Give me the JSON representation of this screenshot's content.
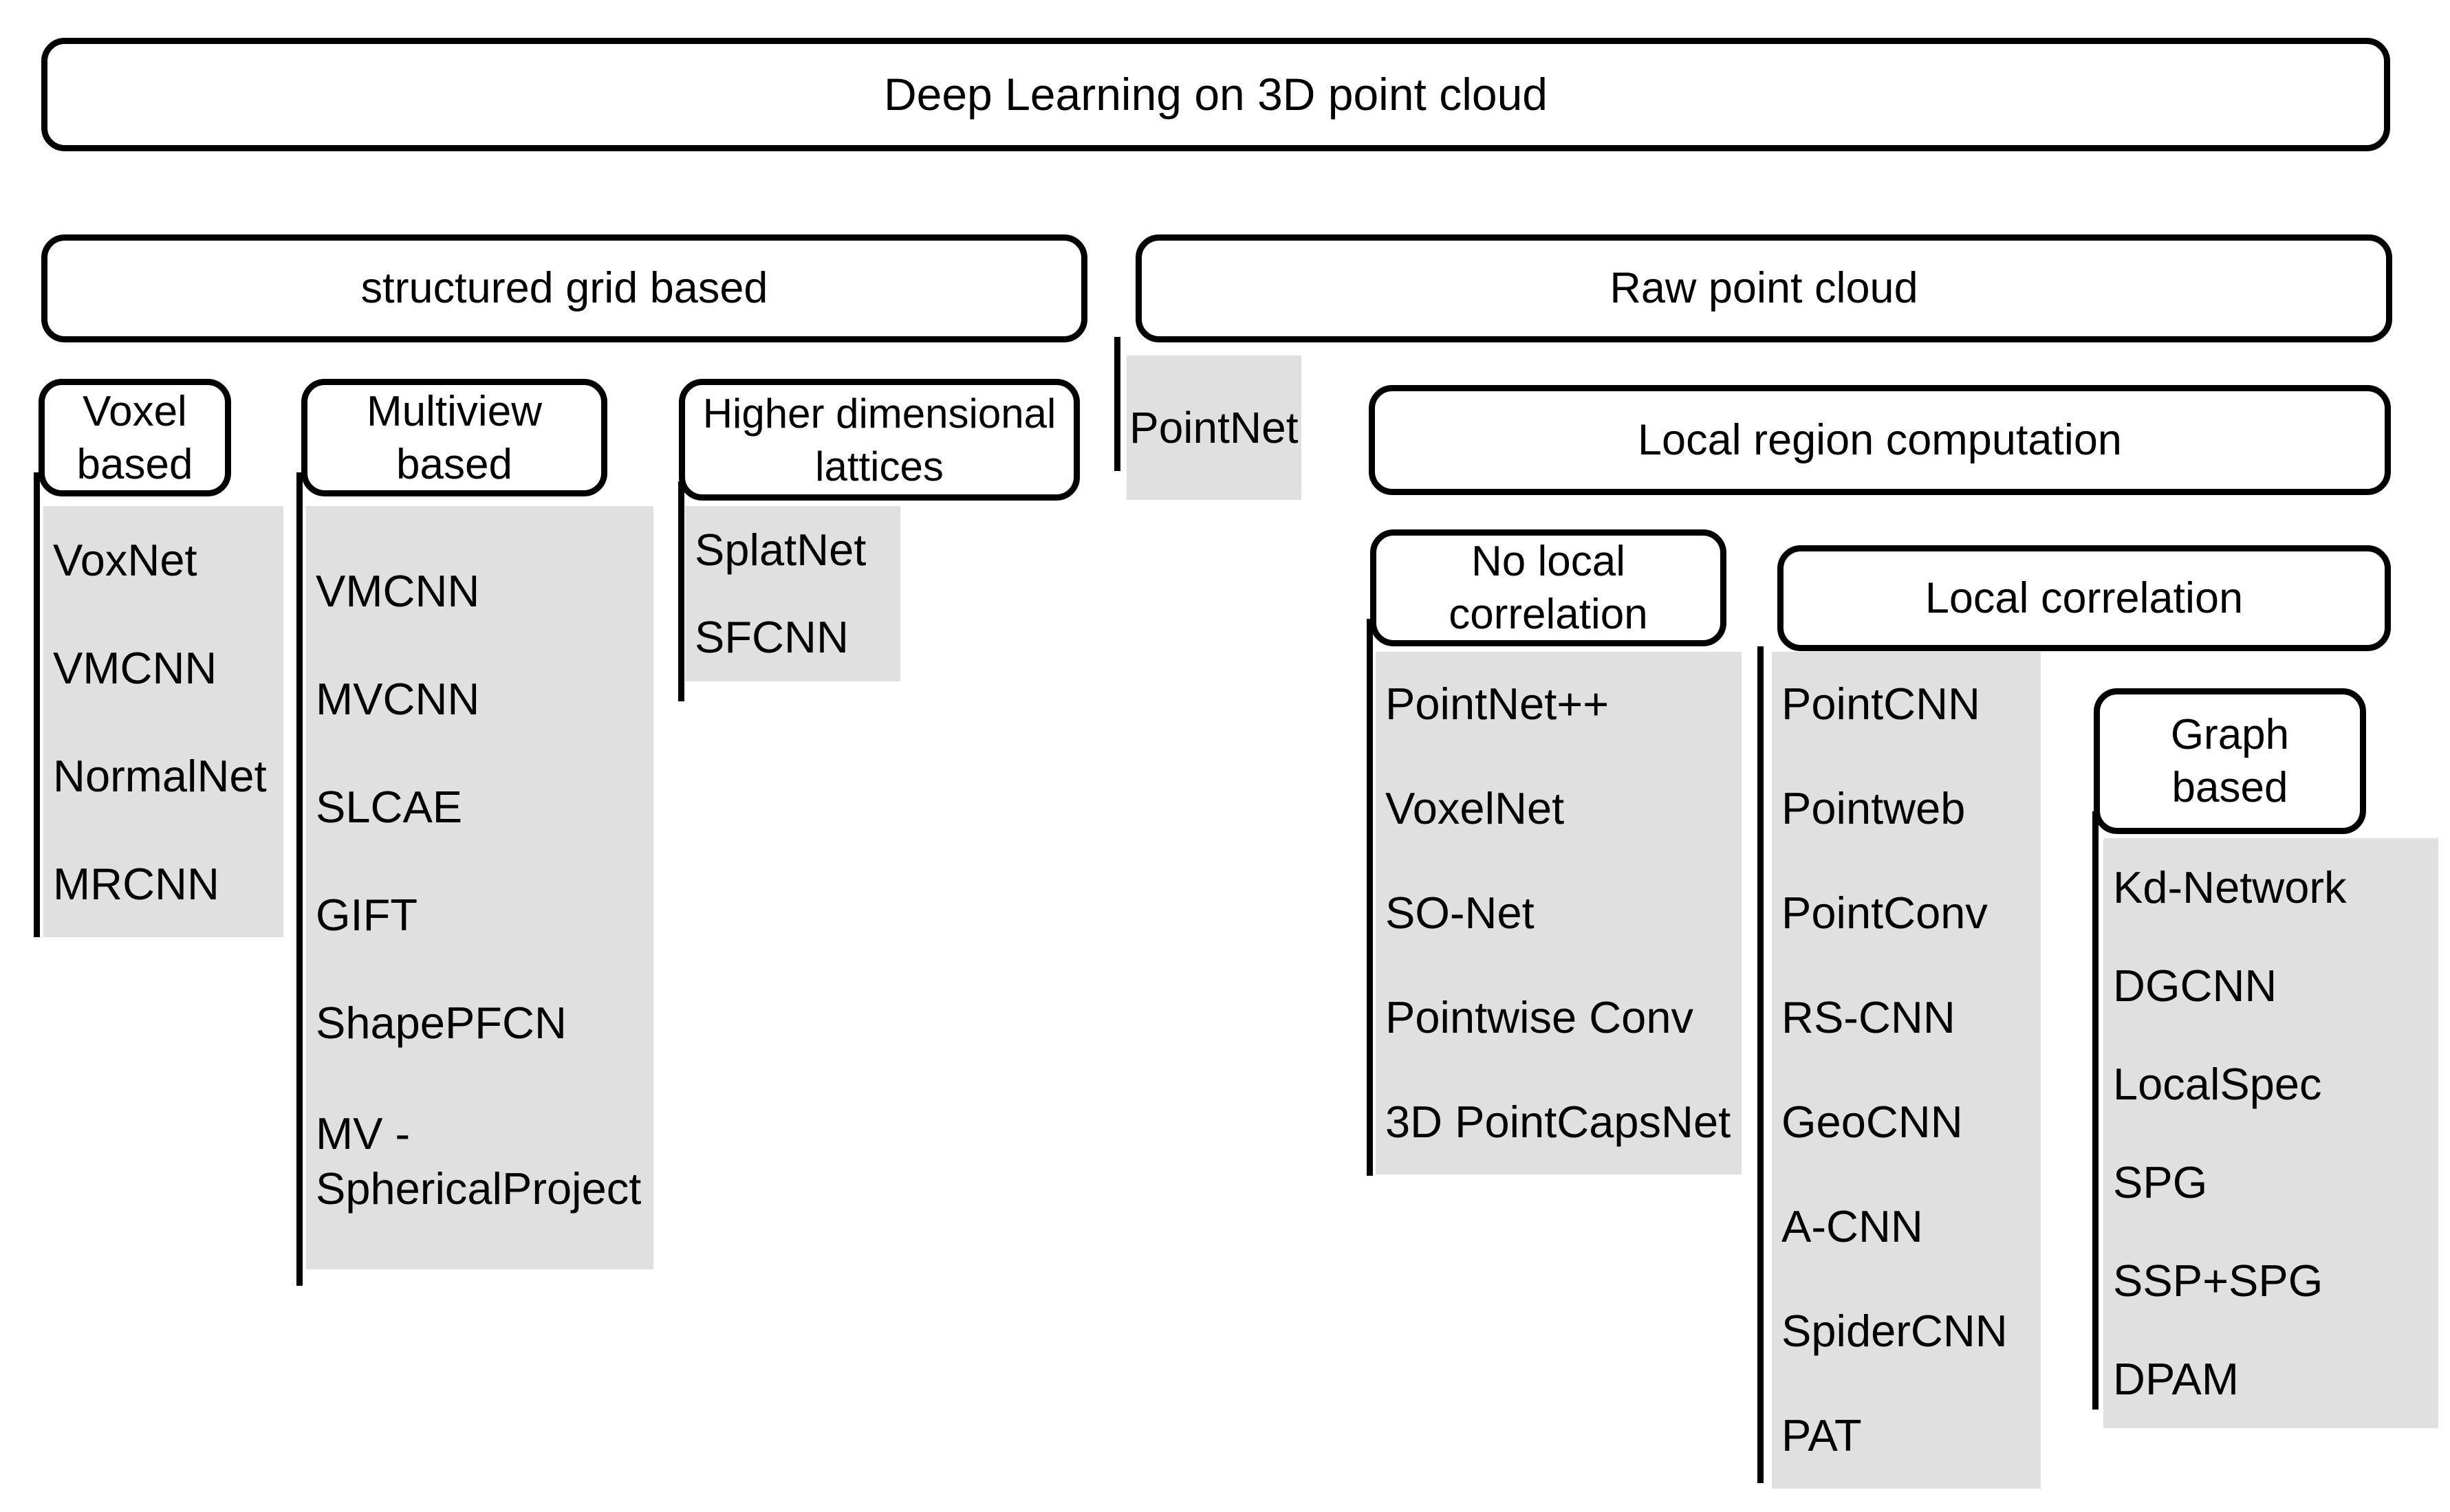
{
  "diagram_title": "Deep Learning on 3D point cloud",
  "colors": {
    "background": "#ffffff",
    "box_border": "#000000",
    "text": "#000000",
    "list_fill": "#e0e0e0"
  },
  "branches": {
    "structured_grid": {
      "label": "structured grid based"
    },
    "raw_point_cloud": {
      "label": "Raw point cloud"
    }
  },
  "groups": {
    "voxel": {
      "header_lines": [
        "Voxel",
        "based"
      ],
      "items": [
        "VoxNet",
        "VMCNN",
        "NormalNet",
        "MRCNN"
      ]
    },
    "multiview": {
      "header_lines": [
        "Multiview",
        "based"
      ],
      "items": [
        "VMCNN",
        "MVCNN",
        "SLCAE",
        "GIFT",
        "ShapePFCN",
        "MV - SphericalProject"
      ]
    },
    "lattices": {
      "header_lines": [
        "Higher dimensional",
        "lattices"
      ],
      "items": [
        "SplatNet",
        "SFCNN"
      ]
    },
    "pointnet": {
      "label": "PointNet"
    },
    "local_region": {
      "label": "Local region computation"
    },
    "no_local": {
      "header_lines": [
        "No local",
        "correlation"
      ],
      "items": [
        "PointNet++",
        "VoxelNet",
        "SO-Net",
        "Pointwise Conv",
        "3D PointCapsNet"
      ]
    },
    "local_corr": {
      "label": "Local correlation",
      "items": [
        "PointCNN",
        "Pointweb",
        "PointConv",
        "RS-CNN",
        "GeoCNN",
        "A-CNN",
        "SpiderCNN",
        "PAT"
      ]
    },
    "graph": {
      "header_lines": [
        "Graph",
        "based"
      ],
      "items": [
        "Kd-Network",
        "DGCNN",
        "LocalSpec",
        "SPG",
        "SSP+SPG",
        "DPAM"
      ]
    }
  }
}
